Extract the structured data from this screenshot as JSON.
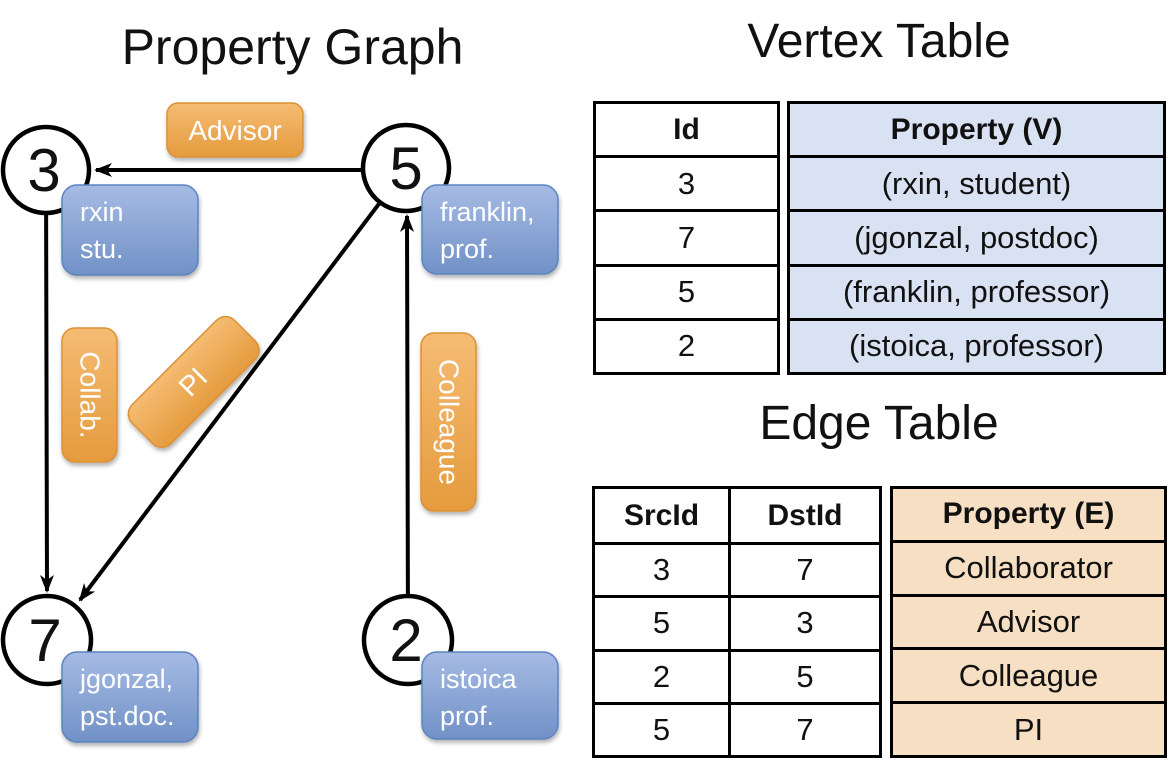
{
  "graph": {
    "title": "Property Graph",
    "nodes": [
      {
        "id": "3",
        "prop": [
          "rxin",
          "stu."
        ]
      },
      {
        "id": "5",
        "prop": [
          "franklin,",
          "prof."
        ]
      },
      {
        "id": "7",
        "prop": [
          "jgonzal,",
          "pst.doc."
        ]
      },
      {
        "id": "2",
        "prop": [
          "istoica",
          "prof."
        ]
      }
    ],
    "edges": [
      {
        "src": "5",
        "dst": "3",
        "label": "Advisor"
      },
      {
        "src": "3",
        "dst": "7",
        "label": "Collab."
      },
      {
        "src": "5",
        "dst": "7",
        "label": "PI"
      },
      {
        "src": "2",
        "dst": "5",
        "label": "Colleague"
      }
    ]
  },
  "vertex_table": {
    "title": "Vertex Table",
    "headers": {
      "id": "Id",
      "property": "Property (V)"
    },
    "rows": [
      {
        "id": "3",
        "property": "(rxin, student)"
      },
      {
        "id": "7",
        "property": "(jgonzal, postdoc)"
      },
      {
        "id": "5",
        "property": "(franklin, professor)"
      },
      {
        "id": "2",
        "property": "(istoica, professor)"
      }
    ]
  },
  "edge_table": {
    "title": "Edge Table",
    "headers": {
      "src": "SrcId",
      "dst": "DstId",
      "property": "Property (E)"
    },
    "rows": [
      {
        "src": "3",
        "dst": "7",
        "property": "Collaborator"
      },
      {
        "src": "5",
        "dst": "3",
        "property": "Advisor"
      },
      {
        "src": "2",
        "dst": "5",
        "property": "Colleague"
      },
      {
        "src": "5",
        "dst": "7",
        "property": "PI"
      }
    ]
  },
  "colors": {
    "edge_label_orange_top": "#F4B76B",
    "edge_label_orange_bottom": "#E59B3D",
    "property_box_blue_top": "#A4BAE3",
    "property_box_blue_bottom": "#7191C7",
    "vertex_cell_blue": "#D9E2F3",
    "edge_cell_tan": "#F6DFC3"
  }
}
